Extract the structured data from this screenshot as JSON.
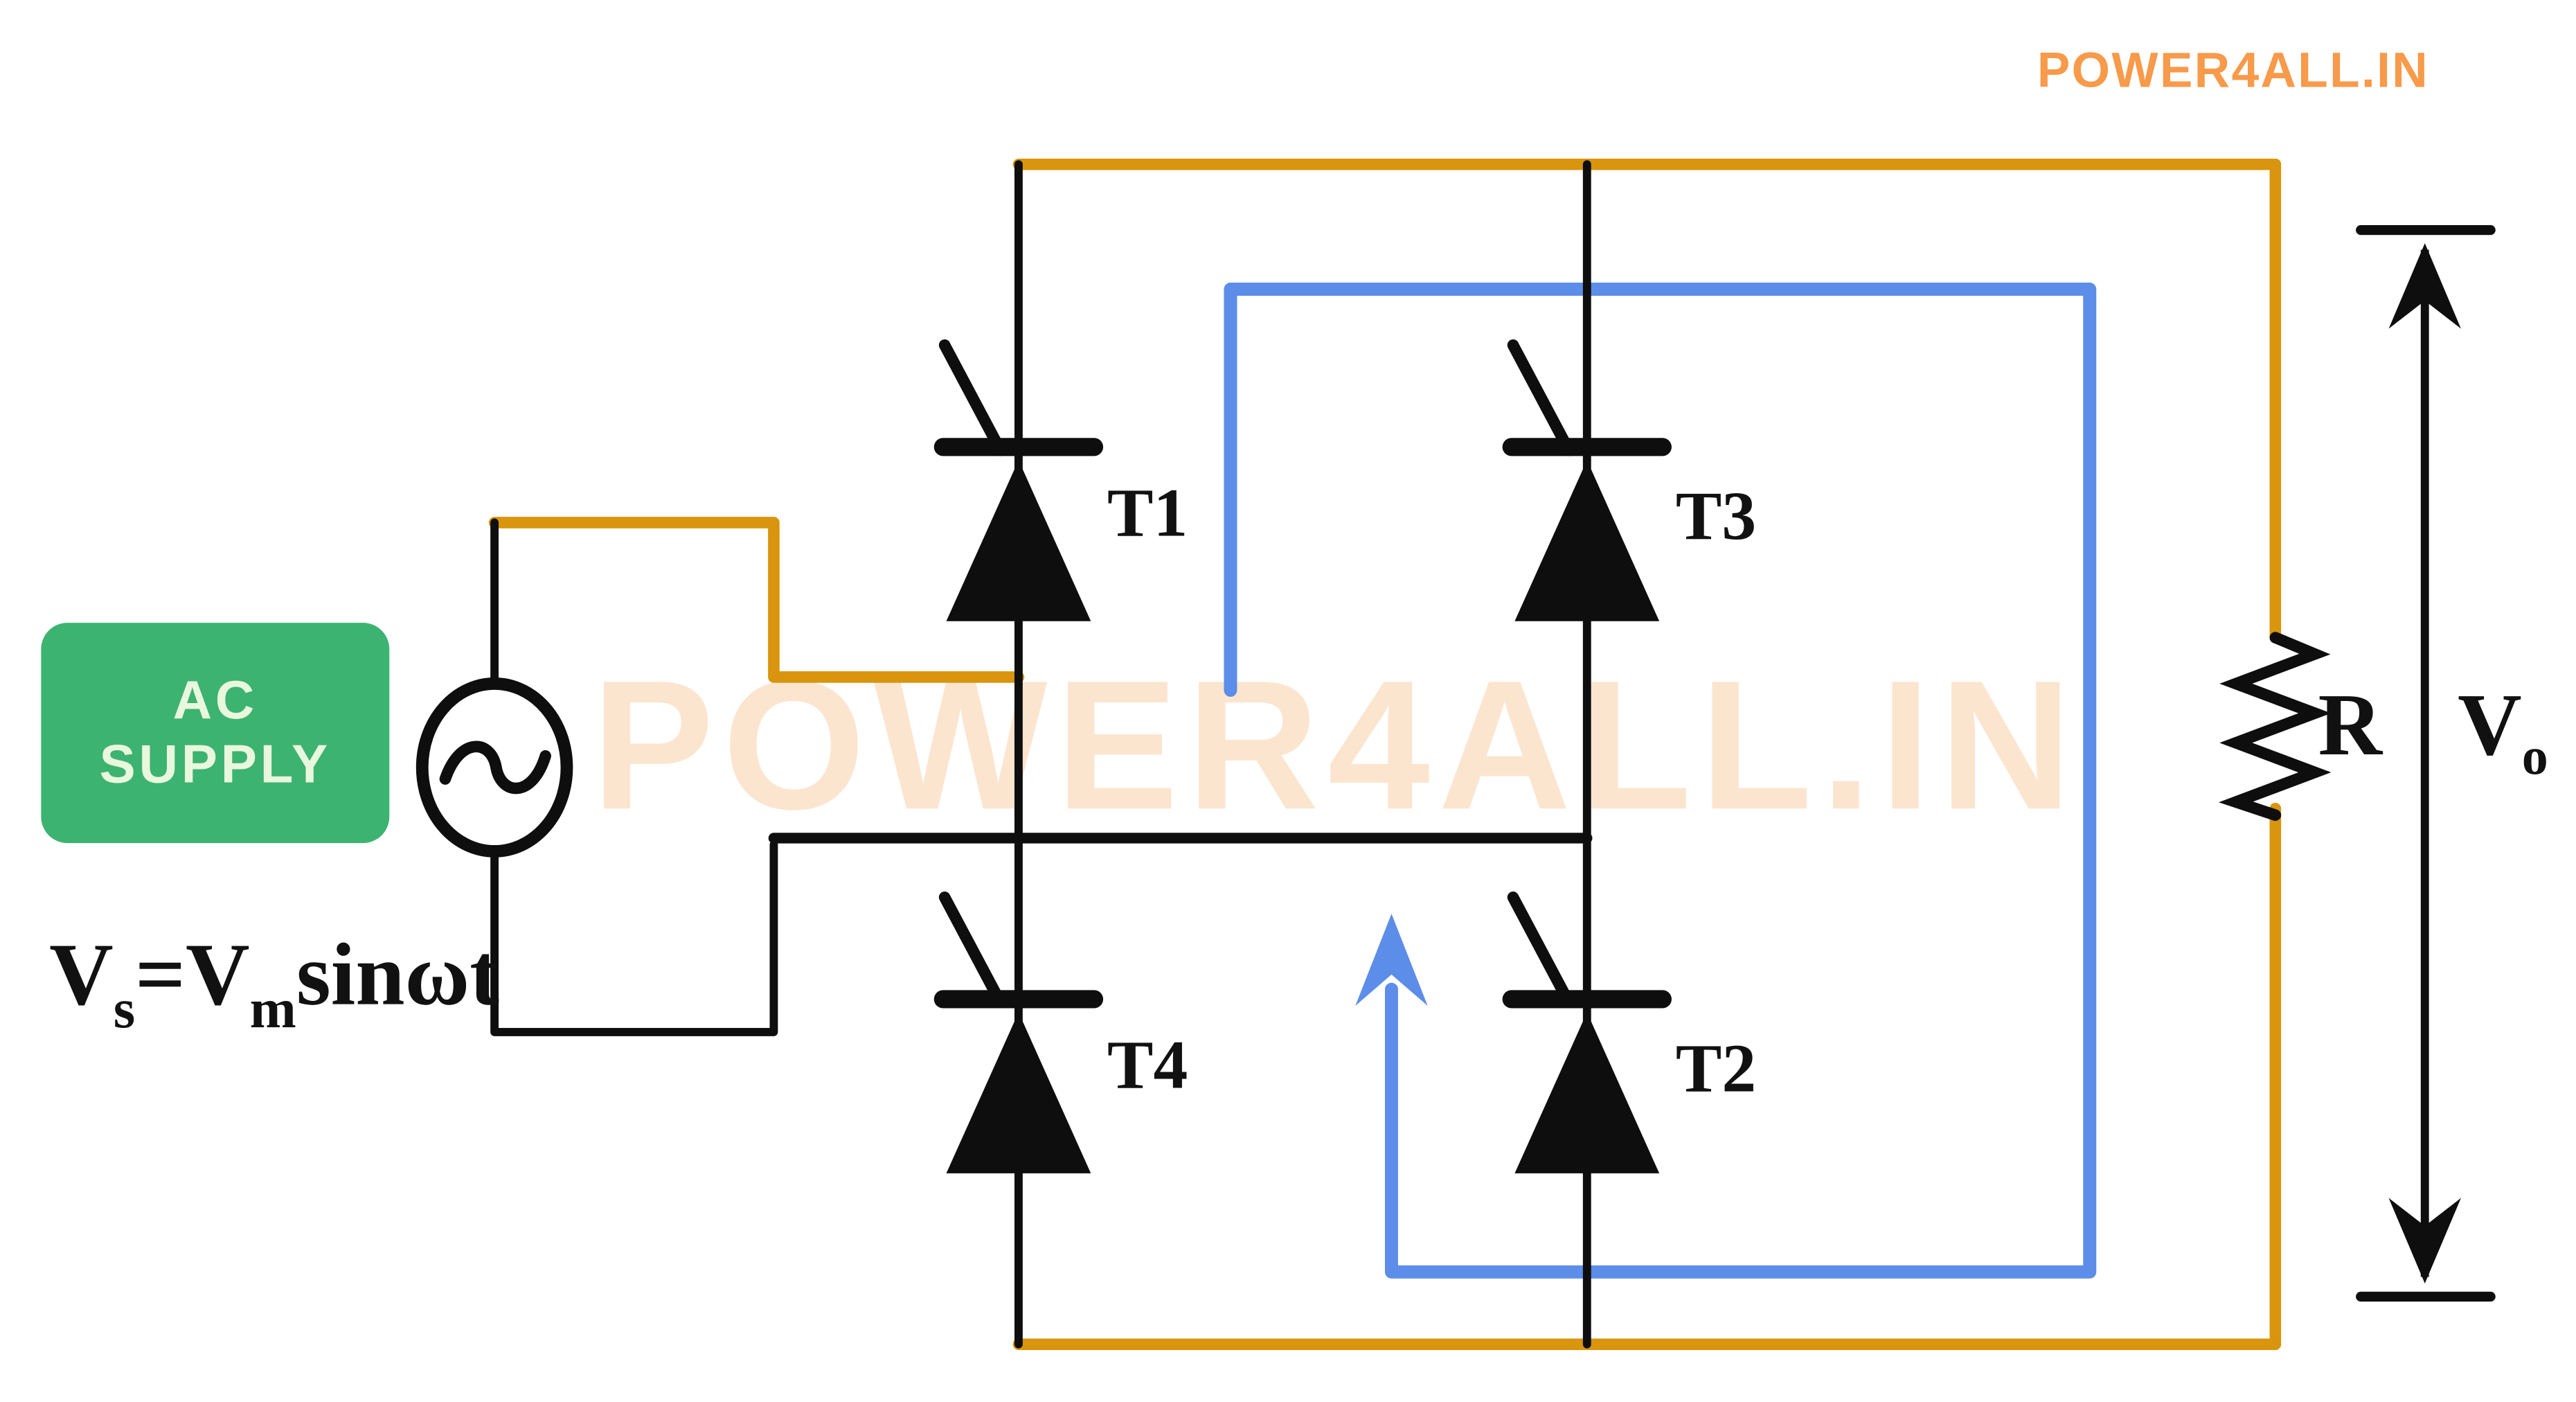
{
  "colors": {
    "wire_orange": "#D8950D",
    "wire_black": "#0E0E0E",
    "conduction_blue": "#5C8DE8",
    "supply_box_green": "#3CB371",
    "supply_box_text": "#E9F8DC",
    "logo_orange": "#F79A4A",
    "watermark_peach": "#FCE5CF"
  },
  "branding": {
    "header_logo": "POWER4ALL.IN",
    "watermark": "POWER4ALL.IN"
  },
  "ac_supply": {
    "box_label_line1": "AC",
    "box_label_line2": "SUPPLY",
    "equation": {
      "lhs_main": "V",
      "lhs_sub": "s",
      "equals": "=",
      "rhs_main": "V",
      "rhs_sub": "m",
      "rhs_fn": "sinωt"
    }
  },
  "thyristors": [
    {
      "label": "T1"
    },
    {
      "label": "T3"
    },
    {
      "label": "T4"
    },
    {
      "label": "T2"
    }
  ],
  "load": {
    "resistor_label": "R",
    "output_voltage_main": "V",
    "output_voltage_sub": "o"
  },
  "icons": {
    "ac_source": "sine-wave-source-icon",
    "thyristor": "scr-thyristor-icon",
    "resistor": "zigzag-resistor-icon",
    "output_arrow": "double-headed-arrow-icon",
    "conduction_path": "current-loop-arrow-icon"
  }
}
